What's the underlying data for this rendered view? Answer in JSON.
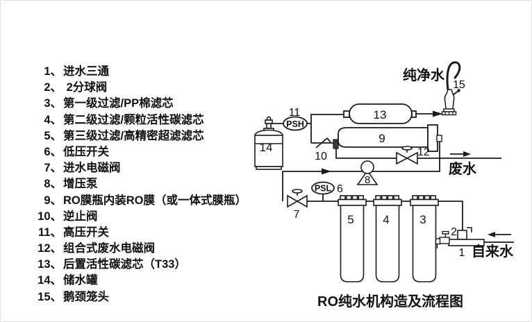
{
  "legend": {
    "items": [
      {
        "num": "1、",
        "text": "进水三通"
      },
      {
        "num": "2、",
        "text": " 2分球阀"
      },
      {
        "num": "3、",
        "text": "第一级过滤/PP棉滤芯"
      },
      {
        "num": "4、",
        "text": "第二级过滤/颗粒活性碳滤芯"
      },
      {
        "num": "5、",
        "text": "第三级过滤/高精密超滤滤芯"
      },
      {
        "num": "6、",
        "text": "低压开关"
      },
      {
        "num": "7、",
        "text": "进水电磁阀"
      },
      {
        "num": "8、",
        "text": "增压泵"
      },
      {
        "num": "9、",
        "text": "RO膜瓶内装RO膜（或一体式膜瓶）"
      },
      {
        "num": "10、",
        "text": "逆止阀"
      },
      {
        "num": "11、",
        "text": "高压开关"
      },
      {
        "num": "12、",
        "text": "组合式废水电磁阀"
      },
      {
        "num": "13、",
        "text": "后置活性碳滤芯（T33）"
      },
      {
        "num": "14、",
        "text": "储水罐"
      },
      {
        "num": "15、",
        "text": "鹅颈笼头"
      }
    ]
  },
  "diagram": {
    "caption": "RO纯水机构造及流程图",
    "labels": {
      "psh": "PSH",
      "psl": "PSL",
      "pure_water": "纯净水",
      "waste_water": "废水",
      "tap_water": "自来水",
      "n1": "1",
      "n2": "2",
      "n3": "3",
      "n4": "4",
      "n5": "5",
      "n6": "6",
      "n7": "7",
      "n8": "8",
      "n9": "9",
      "n10": "10",
      "n11": "11",
      "n12": "12",
      "n13": "13",
      "n14": "14",
      "n15": "15"
    },
    "colors": {
      "line": "#1a1a1a",
      "background": "#ffffff"
    }
  }
}
